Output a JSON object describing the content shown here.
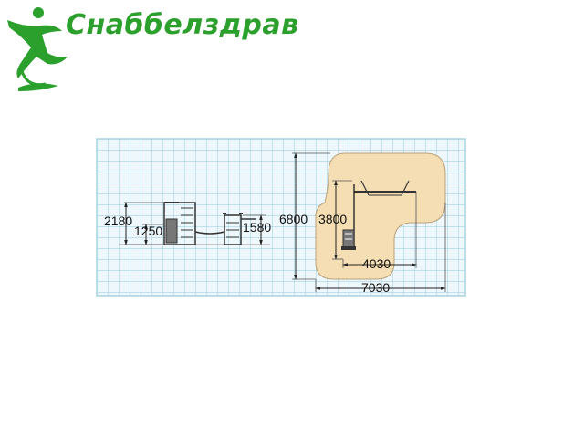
{
  "brand": {
    "name": "Снаббелздрав",
    "color": "#2ca02c"
  },
  "colors": {
    "grid_line": "#a9d3e4",
    "grid_bg": "#eef7fb",
    "safety_zone": "#f5deb3",
    "structure": "#333333"
  },
  "icons": {
    "logo": "running-figure-icon"
  },
  "side_view": {
    "dim_total_height": "2180",
    "dim_platform_height": "1250",
    "dim_right_height": "1580"
  },
  "plan_view": {
    "dim_depth": "6800",
    "dim_inner_depth": "3800",
    "dim_inner_width": "4030",
    "dim_total_width": "7030"
  }
}
